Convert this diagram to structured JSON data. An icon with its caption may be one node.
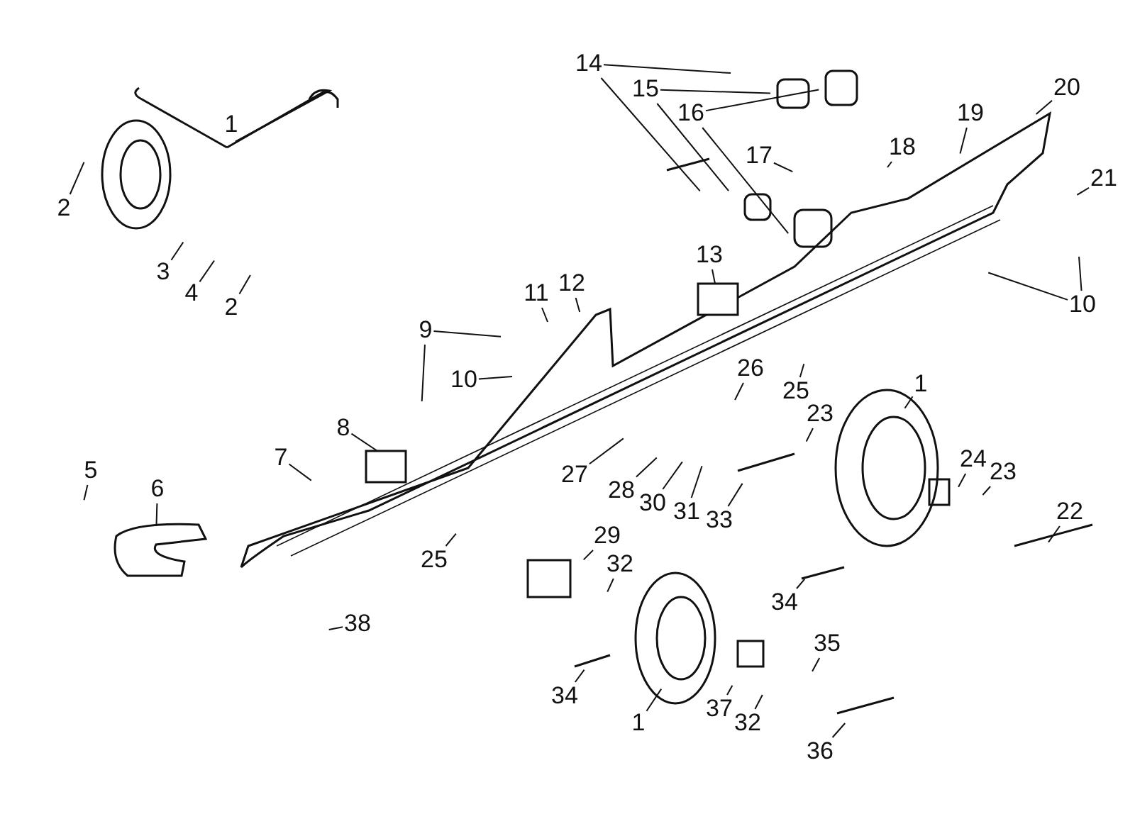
{
  "diagram": {
    "nodes": [
      {
        "text": [
          "14"
        ]
      },
      {
        "text": [
          "15"
        ]
      },
      {
        "text": [
          "16"
        ]
      },
      {
        "text": [
          "17"
        ]
      },
      {
        "text": [
          "18"
        ]
      },
      {
        "text": [
          "19"
        ]
      },
      {
        "text": [
          "20"
        ]
      },
      {
        "text": [
          "21"
        ]
      },
      {
        "text": [
          "10"
        ]
      },
      {
        "text": [
          "2"
        ]
      },
      {
        "text": [
          "3"
        ]
      },
      {
        "text": [
          "4"
        ]
      },
      {
        "text": [
          "2"
        ]
      },
      {
        "text": [
          "12"
        ]
      },
      {
        "text": [
          "11"
        ]
      },
      {
        "text": [
          "13"
        ]
      },
      {
        "text": [
          "9"
        ]
      },
      {
        "text": [
          "10"
        ]
      },
      {
        "text": [
          "8"
        ]
      },
      {
        "text": [
          "7"
        ]
      },
      {
        "text": [
          "5"
        ]
      },
      {
        "text": [
          "6"
        ]
      },
      {
        "text": [
          "25"
        ]
      },
      {
        "text": [
          "26"
        ]
      },
      {
        "text": [
          "23"
        ]
      },
      {
        "text": [
          "1"
        ]
      },
      {
        "text": [
          "27"
        ]
      },
      {
        "text": [
          "28"
        ]
      },
      {
        "text": [
          "30"
        ]
      },
      {
        "text": [
          "31"
        ]
      },
      {
        "text": [
          "33"
        ]
      },
      {
        "text": [
          "24"
        ]
      },
      {
        "text": [
          "23"
        ]
      },
      {
        "text": [
          "22"
        ]
      },
      {
        "text": [
          "29"
        ]
      },
      {
        "text": [
          "32"
        ]
      },
      {
        "text": [
          "25"
        ]
      },
      {
        "text": [
          "34"
        ]
      },
      {
        "text": [
          "38"
        ]
      },
      {
        "text": [
          "34"
        ]
      },
      {
        "text": [
          "35"
        ]
      },
      {
        "text": [
          "1"
        ]
      },
      {
        "text": [
          "37"
        ]
      },
      {
        "text": [
          "32"
        ]
      },
      {
        "text": [
          "36"
        ]
      }
    ],
    "edges": [
      {
        "from": 0,
        "to": null,
        "arrow": "none"
      },
      {
        "from": 0,
        "to": null,
        "arrow": "none"
      },
      {
        "from": 1,
        "to": null,
        "arrow": "none"
      },
      {
        "from": 1,
        "to": null,
        "arrow": "none"
      },
      {
        "from": 2,
        "to": null,
        "arrow": "none"
      },
      {
        "from": 2,
        "to": null,
        "arrow": "none"
      },
      {
        "from": 3,
        "to": null,
        "arrow": "none"
      },
      {
        "from": 4,
        "to": null,
        "arrow": "none"
      },
      {
        "from": 5,
        "to": null,
        "arrow": "none"
      },
      {
        "from": 6,
        "to": null,
        "arrow": "none"
      },
      {
        "from": 7,
        "to": null,
        "arrow": "none"
      },
      {
        "from": 8,
        "to": null,
        "arrow": "none"
      },
      {
        "from": 8,
        "to": null,
        "arrow": "none"
      },
      {
        "from": 9,
        "to": null,
        "arrow": "none"
      },
      {
        "from": 10,
        "to": null,
        "arrow": "none"
      },
      {
        "from": 11,
        "to": null,
        "arrow": "none"
      },
      {
        "from": 12,
        "to": null,
        "arrow": "none"
      },
      {
        "from": 13,
        "to": null,
        "arrow": "none"
      },
      {
        "from": 14,
        "to": null,
        "arrow": "none"
      },
      {
        "from": 15,
        "to": null,
        "arrow": "none"
      },
      {
        "from": 16,
        "to": null,
        "arrow": "none"
      },
      {
        "from": 16,
        "to": null,
        "arrow": "none"
      },
      {
        "from": 17,
        "to": null,
        "arrow": "none"
      },
      {
        "from": 18,
        "to": null,
        "arrow": "none"
      },
      {
        "from": 19,
        "to": null,
        "arrow": "none"
      },
      {
        "from": 20,
        "to": null,
        "arrow": "none"
      },
      {
        "from": 21,
        "to": null,
        "arrow": "none"
      },
      {
        "from": 22,
        "to": null,
        "arrow": "none"
      },
      {
        "from": 23,
        "to": null,
        "arrow": "none"
      },
      {
        "from": 24,
        "to": null,
        "arrow": "none"
      },
      {
        "from": 25,
        "to": null,
        "arrow": "none"
      },
      {
        "from": 26,
        "to": null,
        "arrow": "none"
      },
      {
        "from": 27,
        "to": null,
        "arrow": "none"
      },
      {
        "from": 28,
        "to": null,
        "arrow": "none"
      },
      {
        "from": 29,
        "to": null,
        "arrow": "none"
      },
      {
        "from": 30,
        "to": null,
        "arrow": "none"
      },
      {
        "from": 31,
        "to": null,
        "arrow": "none"
      },
      {
        "from": 32,
        "to": null,
        "arrow": "none"
      },
      {
        "from": 33,
        "to": null,
        "arrow": "none"
      },
      {
        "from": 34,
        "to": null,
        "arrow": "none"
      },
      {
        "from": 35,
        "to": null,
        "arrow": "none"
      },
      {
        "from": 36,
        "to": null,
        "arrow": "none"
      },
      {
        "from": 37,
        "to": null,
        "arrow": "none"
      },
      {
        "from": 38,
        "to": null,
        "arrow": "none"
      },
      {
        "from": 39,
        "to": null,
        "arrow": "none"
      },
      {
        "from": 40,
        "to": null,
        "arrow": "none"
      },
      {
        "from": 41,
        "to": null,
        "arrow": "none"
      },
      {
        "from": 42,
        "to": null,
        "arrow": "none"
      },
      {
        "from": 43,
        "to": null,
        "arrow": "none"
      },
      {
        "from": 44,
        "to": null,
        "arrow": "none"
      }
    ],
    "labels": [
      "1"
    ]
  }
}
